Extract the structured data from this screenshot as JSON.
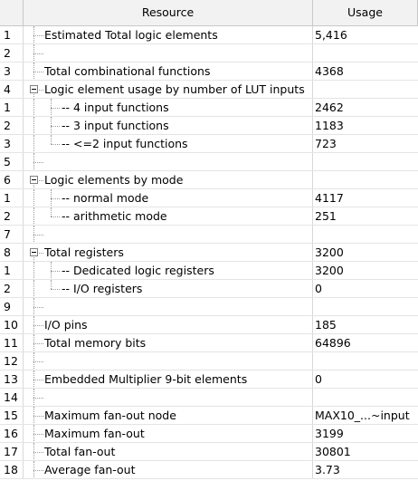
{
  "table": {
    "headers": {
      "num": "",
      "resource": "Resource",
      "usage": "Usage"
    },
    "rows": [
      {
        "num": "1",
        "label": "Estimated Total logic elements",
        "value": "5,416",
        "level": 0,
        "expand": false
      },
      {
        "num": "2",
        "label": "",
        "value": "",
        "level": 0,
        "expand": false
      },
      {
        "num": "3",
        "label": "Total combinational functions",
        "value": "4368",
        "level": 0,
        "expand": false
      },
      {
        "num": "4",
        "label": "Logic element usage by number of LUT inputs",
        "value": "",
        "level": 0,
        "expand": true
      },
      {
        "num": "1",
        "label": "-- 4 input functions",
        "value": "2462",
        "level": 1,
        "expand": false
      },
      {
        "num": "2",
        "label": "-- 3 input functions",
        "value": "1183",
        "level": 1,
        "expand": false
      },
      {
        "num": "3",
        "label": "-- <=2 input functions",
        "value": "723",
        "level": 1,
        "expand": false
      },
      {
        "num": "5",
        "label": "",
        "value": "",
        "level": 0,
        "expand": false
      },
      {
        "num": "6",
        "label": "Logic elements by mode",
        "value": "",
        "level": 0,
        "expand": true
      },
      {
        "num": "1",
        "label": "-- normal mode",
        "value": "4117",
        "level": 1,
        "expand": false
      },
      {
        "num": "2",
        "label": "-- arithmetic mode",
        "value": "251",
        "level": 1,
        "expand": false
      },
      {
        "num": "7",
        "label": "",
        "value": "",
        "level": 0,
        "expand": false
      },
      {
        "num": "8",
        "label": "Total registers",
        "value": "3200",
        "level": 0,
        "expand": true
      },
      {
        "num": "1",
        "label": "-- Dedicated logic registers",
        "value": "3200",
        "level": 1,
        "expand": false
      },
      {
        "num": "2",
        "label": "-- I/O registers",
        "value": "0",
        "level": 1,
        "expand": false
      },
      {
        "num": "9",
        "label": "",
        "value": "",
        "level": 0,
        "expand": false
      },
      {
        "num": "10",
        "label": "I/O pins",
        "value": "185",
        "level": 0,
        "expand": false
      },
      {
        "num": "11",
        "label": "Total memory bits",
        "value": "64896",
        "level": 0,
        "expand": false
      },
      {
        "num": "12",
        "label": "",
        "value": "",
        "level": 0,
        "expand": false
      },
      {
        "num": "13",
        "label": "Embedded Multiplier 9-bit elements",
        "value": "0",
        "level": 0,
        "expand": false
      },
      {
        "num": "14",
        "label": "",
        "value": "",
        "level": 0,
        "expand": false
      },
      {
        "num": "15",
        "label": "Maximum fan-out node",
        "value": "MAX10_...~input",
        "level": 0,
        "expand": false
      },
      {
        "num": "16",
        "label": "Maximum fan-out",
        "value": "3199",
        "level": 0,
        "expand": false
      },
      {
        "num": "17",
        "label": "Total fan-out",
        "value": "30801",
        "level": 0,
        "expand": false
      },
      {
        "num": "18",
        "label": "Average fan-out",
        "value": "3.73",
        "level": 0,
        "expand": false
      }
    ]
  }
}
